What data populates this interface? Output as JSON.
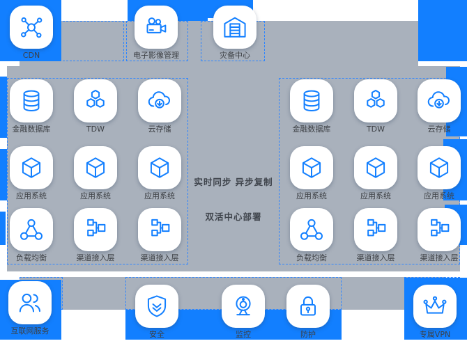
{
  "colors": {
    "accent": "#127FFF",
    "panel_gray": "#A9B1BC",
    "label_text": "#3D4045",
    "card_bg": "#FFFFFF",
    "dashed_border": "#2F86FF"
  },
  "top_row": {
    "items": [
      {
        "label": "CDN",
        "icon": "cdn-network-icon"
      },
      {
        "label": "电子影像管理",
        "icon": "video-camera-icon"
      },
      {
        "label": "灾备中心",
        "icon": "warehouse-icon"
      }
    ]
  },
  "center": {
    "line1": "实时同步 异步复制",
    "line2": "双活中心部署"
  },
  "groups": {
    "left": {
      "items": [
        {
          "label": "金融数据库",
          "icon": "database-icon"
        },
        {
          "label": "TDW",
          "icon": "hexagons-icon"
        },
        {
          "label": "云存储",
          "icon": "cloud-download-icon"
        },
        {
          "label": "应用系统",
          "icon": "cube-icon"
        },
        {
          "label": "应用系统",
          "icon": "cube-icon"
        },
        {
          "label": "应用系统",
          "icon": "cube-icon"
        },
        {
          "label": "负载均衡",
          "icon": "load-balancer-icon"
        },
        {
          "label": "渠道接入层",
          "icon": "access-tree-icon"
        },
        {
          "label": "渠道接入层",
          "icon": "access-tree-icon"
        }
      ]
    },
    "right": {
      "items": [
        {
          "label": "金融数据库",
          "icon": "database-icon"
        },
        {
          "label": "TDW",
          "icon": "hexagons-icon"
        },
        {
          "label": "云存储",
          "icon": "cloud-download-icon"
        },
        {
          "label": "应用系统",
          "icon": "cube-icon"
        },
        {
          "label": "应用系统",
          "icon": "cube-icon"
        },
        {
          "label": "应用系统",
          "icon": "cube-icon"
        },
        {
          "label": "负载均衡",
          "icon": "load-balancer-icon"
        },
        {
          "label": "渠道接入层",
          "icon": "access-tree-icon"
        },
        {
          "label": "渠道接入层",
          "icon": "access-tree-icon"
        }
      ]
    }
  },
  "bottom_row": {
    "items": [
      {
        "label": "互联网服务",
        "icon": "users-icon"
      },
      {
        "label": "安全",
        "icon": "shield-icon"
      },
      {
        "label": "监控",
        "icon": "webcam-icon"
      },
      {
        "label": "防护",
        "icon": "lock-icon"
      },
      {
        "label": "专属VPN",
        "icon": "crown-icon"
      }
    ]
  }
}
